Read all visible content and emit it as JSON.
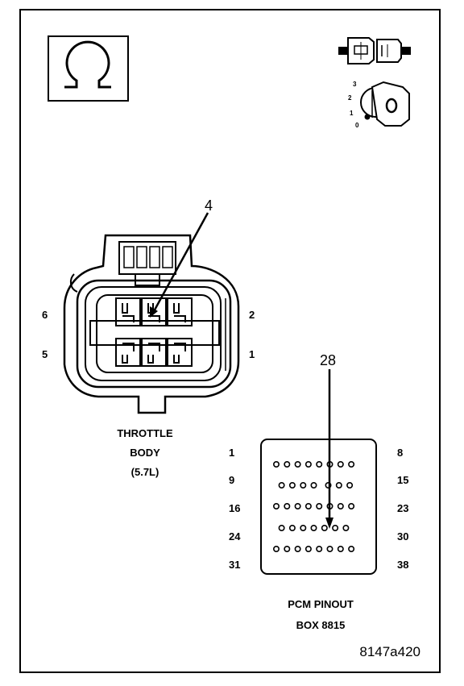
{
  "meter_symbol": "ohm-icon",
  "throttle_body": {
    "title_lines": [
      "THROTTLE",
      "BODY",
      "(5.7L)"
    ],
    "pin_labels": {
      "top_left": "6",
      "bottom_left": "5",
      "top_right": "2",
      "bottom_right": "1"
    },
    "callout": "4"
  },
  "pcm": {
    "title_lines": [
      "PCM PINOUT",
      "BOX 8815"
    ],
    "callout": "28",
    "row_start_labels": [
      "1",
      "9",
      "16",
      "24",
      "31"
    ],
    "row_end_labels": [
      "8",
      "15",
      "23",
      "30",
      "38"
    ],
    "row_pin_counts": [
      8,
      7,
      8,
      7,
      8
    ]
  },
  "key_positions": [
    "3",
    "2",
    "1",
    "0"
  ],
  "figure_id": "8147a420",
  "colors": {
    "ink": "#000000",
    "paper": "#ffffff"
  }
}
